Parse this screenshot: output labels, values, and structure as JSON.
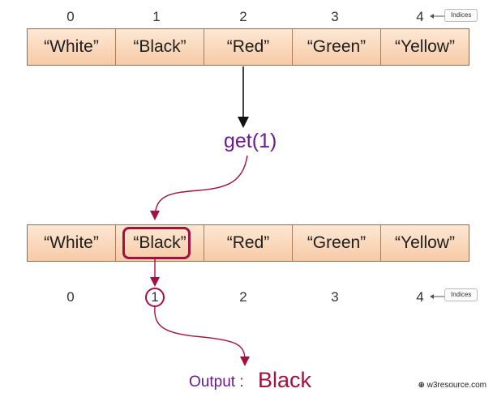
{
  "top_array": {
    "indices": [
      "0",
      "1",
      "2",
      "3",
      "4"
    ],
    "items": [
      "“White”",
      "“Black”",
      "“Red”",
      "“Green”",
      "“Yellow”"
    ],
    "indices_tag": "Indices"
  },
  "method_call": "get(1)",
  "bottom_array": {
    "items": [
      "“White”",
      "“Black”",
      "“Red”",
      "“Green”",
      "“Yellow”"
    ],
    "indices": [
      "0",
      "1",
      "2",
      "3",
      "4"
    ],
    "indices_tag": "Indices",
    "highlighted_index": 1
  },
  "output": {
    "label": "Output :",
    "value": "Black"
  },
  "branding": "w3resource.com",
  "colors": {
    "cell_top": "#fde8d4",
    "cell_bottom": "#f7caa6",
    "accent": "#a3113e",
    "purple": "#6b1b8e"
  }
}
